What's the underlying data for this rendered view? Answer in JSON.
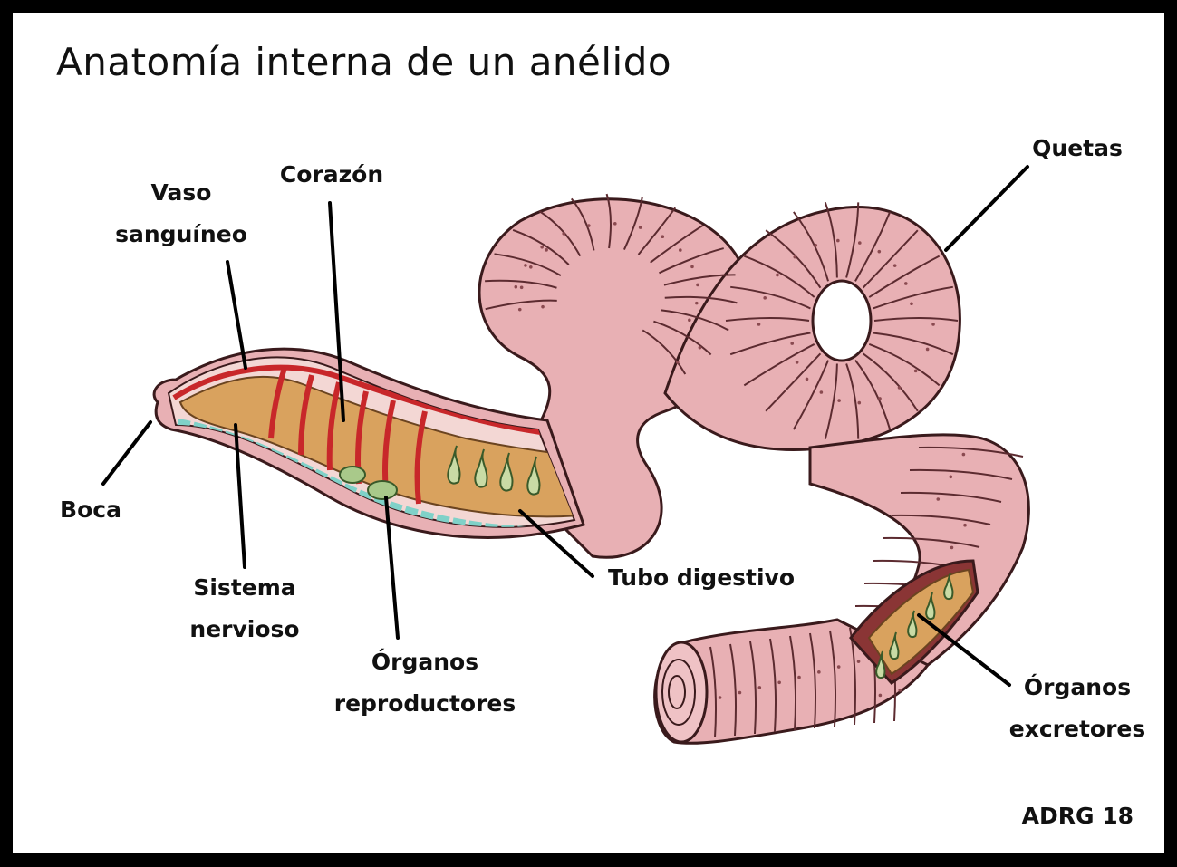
{
  "title": "Anatomía interna de un anélido",
  "labels": {
    "vaso": [
      "Vaso",
      "sanguíneo"
    ],
    "corazon": "Corazón",
    "quetas": "Quetas",
    "boca": "Boca",
    "sistema": [
      "Sistema",
      "nervioso"
    ],
    "organos_rep": [
      "Órganos",
      "reproductores"
    ],
    "tubo": "Tubo digestivo",
    "organos_exc": [
      "Órganos",
      "excretores"
    ]
  },
  "credit": "ADRG 18",
  "colors": {
    "skin": "#e8b0b4",
    "skin_dark": "#cf8d94",
    "outline": "#3a1a1c",
    "gut": "#d9a25e",
    "vessel": "#c8272a",
    "nerve": "#7fd1c8",
    "organ": "#a9c98a"
  }
}
